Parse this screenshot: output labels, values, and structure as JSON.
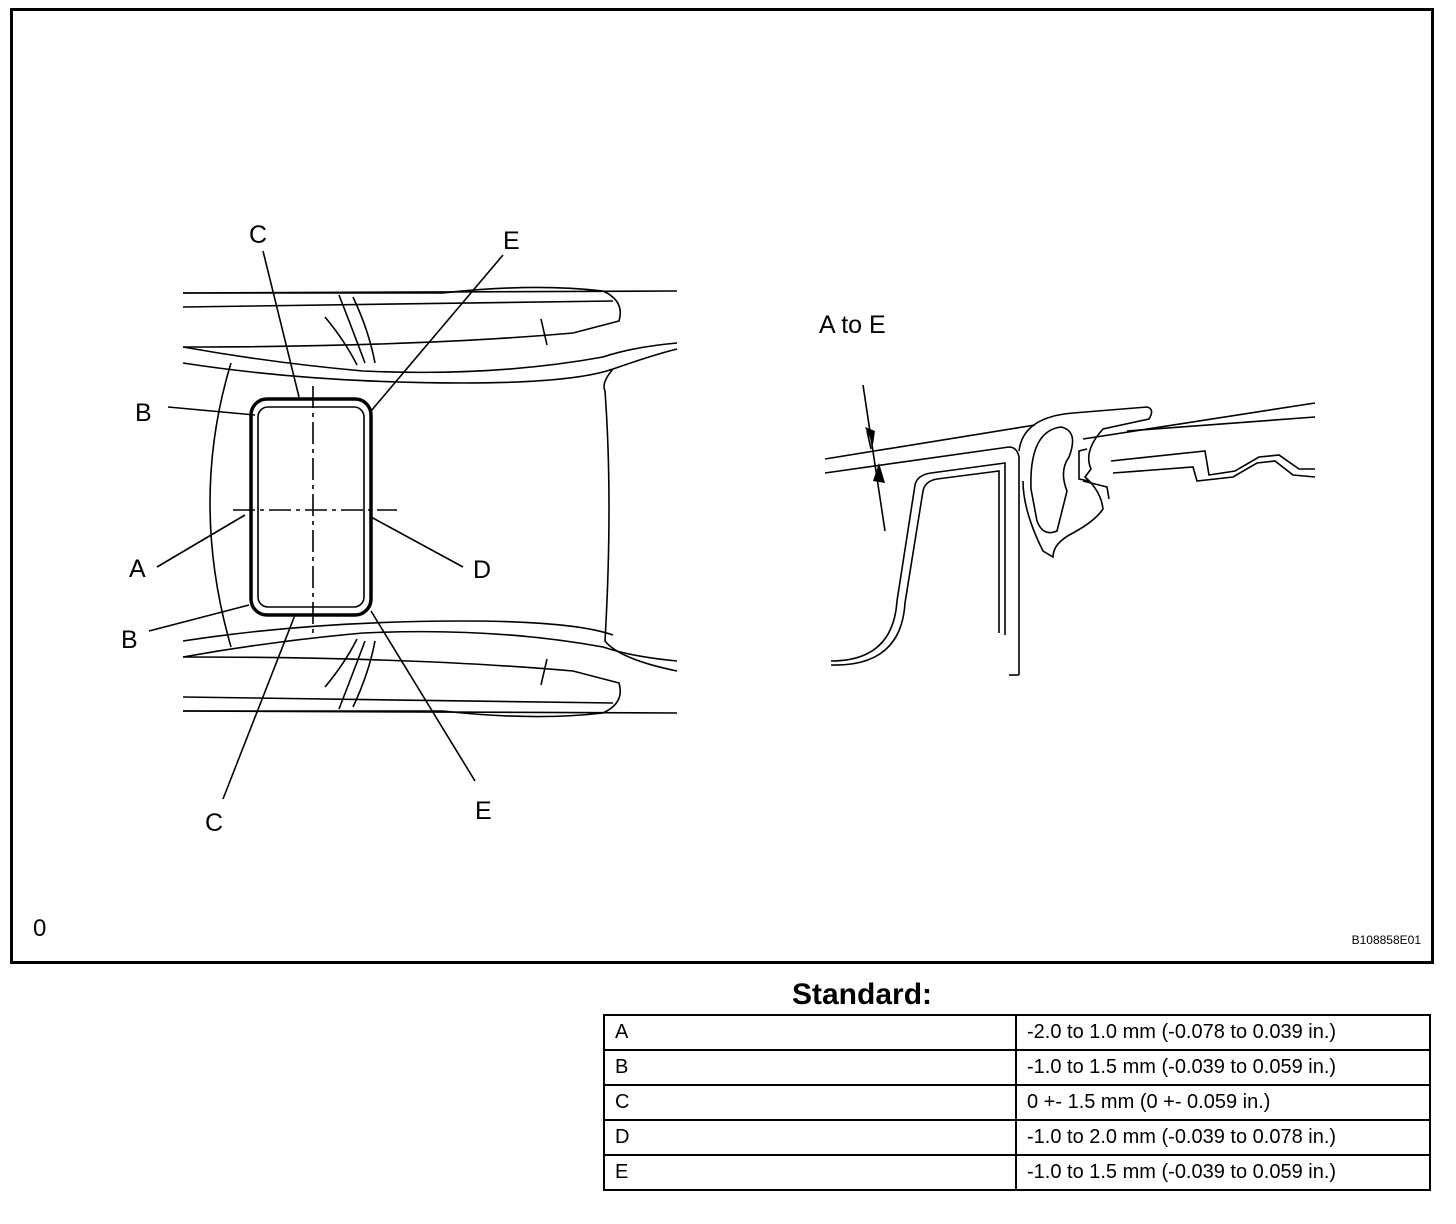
{
  "figure": {
    "callouts": {
      "c_top": "C",
      "e_top": "E",
      "b_top": "B",
      "a": "A",
      "d": "D",
      "b_bottom": "B",
      "c_bottom": "C",
      "e_bottom": "E"
    },
    "detail_label": "A to E",
    "corner_mark": "0",
    "figure_id": "B108858E01"
  },
  "standard": {
    "title": "Standard:",
    "rows": [
      {
        "point": "A",
        "value": "-2.0 to 1.0 mm (-0.078 to 0.039 in.)"
      },
      {
        "point": "B",
        "value": "-1.0 to 1.5 mm (-0.039 to 0.059 in.)"
      },
      {
        "point": "C",
        "value": "0 +- 1.5 mm (0 +- 0.059 in.)"
      },
      {
        "point": "D",
        "value": "-1.0 to 2.0 mm (-0.039 to 0.078 in.)"
      },
      {
        "point": "E",
        "value": "-1.0 to 1.5 mm (-0.039 to 0.059 in.)"
      }
    ]
  }
}
